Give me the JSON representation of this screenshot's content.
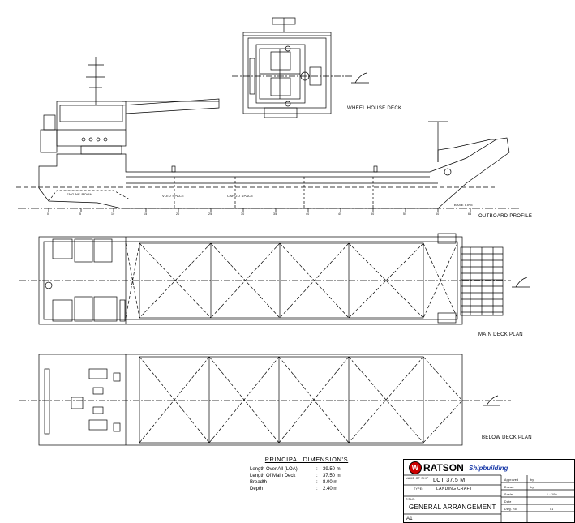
{
  "views": {
    "wheel_house_deck": "WHEEL HOUSE DECK",
    "outboard_profile": "OUTBOARD PROFILE",
    "main_deck_plan": "MAIN DECK PLAN",
    "below_deck_plan": "BELOW DECK PLAN"
  },
  "annotations": {
    "engine_room": "ENGINE ROOM",
    "base_line": "BASE LINE",
    "void_space": "VOID SPACE",
    "cargo_space": "CARGO SPACE",
    "frame_numbers": [
      "0",
      "5",
      "10",
      "15",
      "20",
      "25",
      "30",
      "35",
      "40",
      "45",
      "50",
      "55",
      "60",
      "65"
    ]
  },
  "principal_dimensions": {
    "title": "PRINCIPAL   DIMENSION'S",
    "rows": [
      {
        "name": "Length  Over All (LOA)",
        "value": "39.50 m"
      },
      {
        "name": "Length Of Main Deck",
        "value": "37.50 m"
      },
      {
        "name": "Breadth",
        "value": "8.00 m"
      },
      {
        "name": "Depth",
        "value": "2.40 m"
      }
    ]
  },
  "title_block": {
    "logo_letter": "W",
    "brand": "RATSON",
    "brand_suffix": "Shipbuilding",
    "name_of_ship_label": "NAME OF SHIP",
    "ship_name": "LCT 37.5 M",
    "type_label": "TYPE:",
    "type_value": "LANDING CRAFT",
    "title_label": "TITLE:",
    "title_value": "GENERAL ARRANGEMENT",
    "sheet": "A1",
    "approved_label": "Approved",
    "approved_by": "by",
    "drawn_label": "Drawn",
    "drawn_by": "by",
    "scale_label": "Scale",
    "scale_value": "1 : 100",
    "date_label": "Date",
    "dwg_label": "Dwg. no.",
    "dwg_value": "01"
  }
}
